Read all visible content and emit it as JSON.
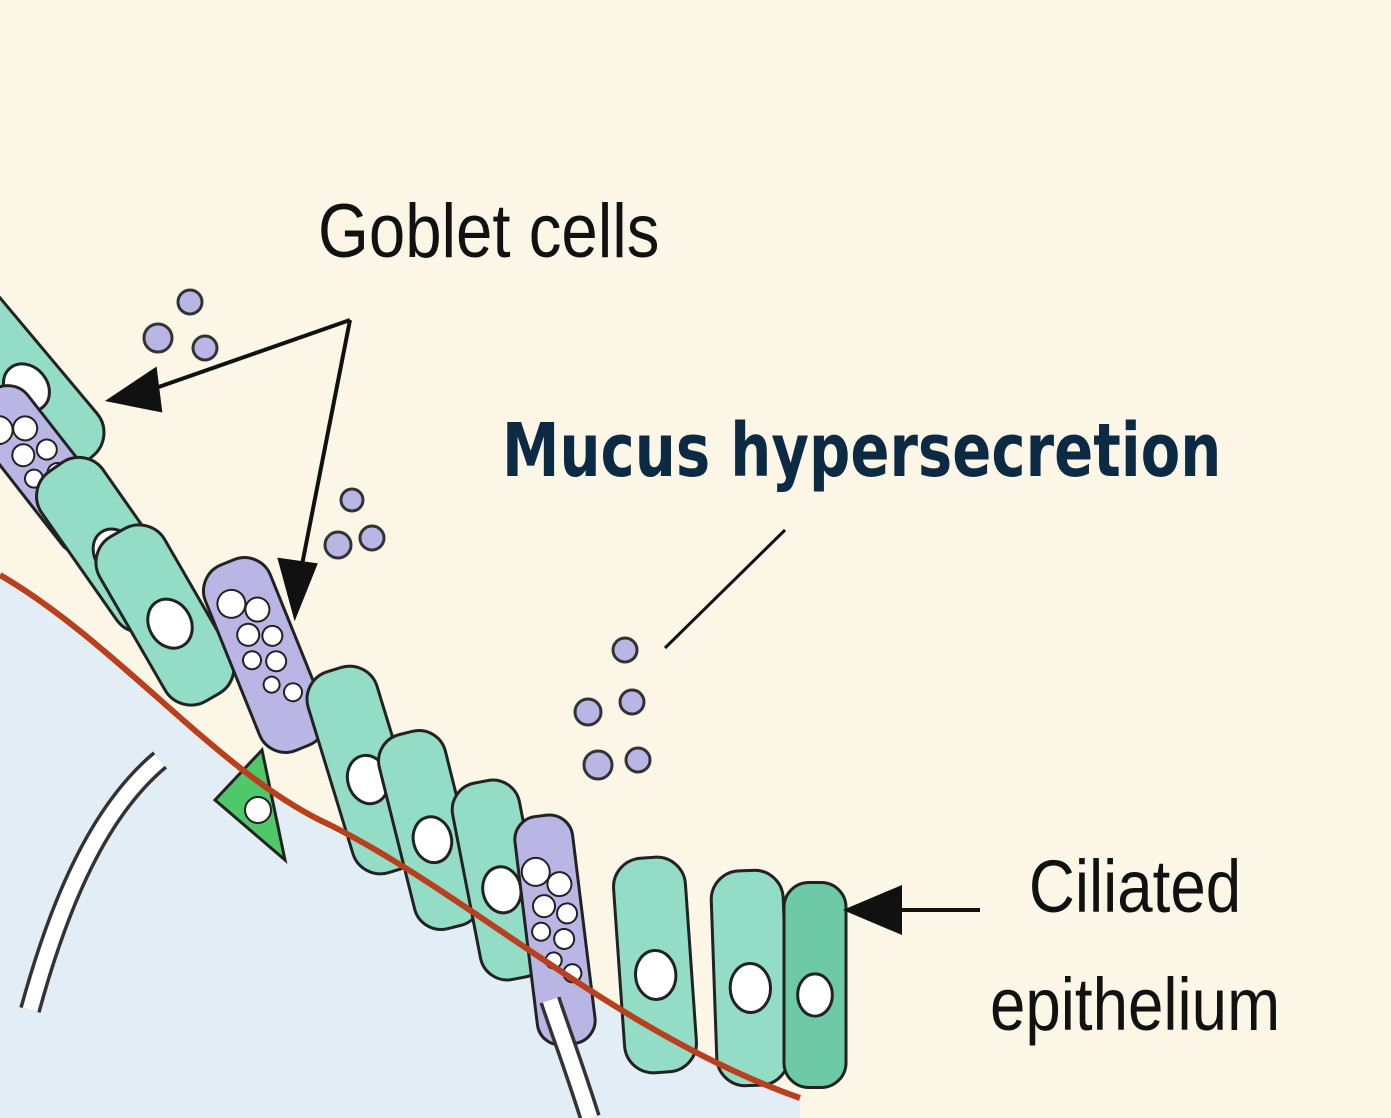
{
  "labels": {
    "goblet_cells": "Goblet cells",
    "mucus_hypersecretion": "Mucus hypersecretion",
    "ciliated_line1": "Ciliated",
    "ciliated_line2": "epithelium"
  },
  "colors": {
    "background": "#fbf6e6",
    "lumen": "#e3edf6",
    "ciliated_cell": "#93dcc6",
    "ciliated_cell_dark": "#6dc9a6",
    "goblet_cell": "#b9b6e6",
    "basal_cell": "#4fc86a",
    "basement_membrane": "#b8401e",
    "mucus_label": "#0d2a44"
  }
}
